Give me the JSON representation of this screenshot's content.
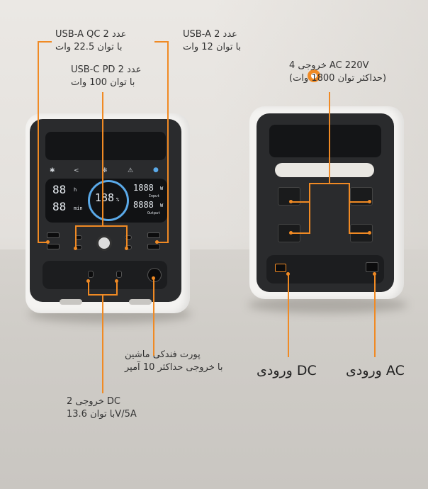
{
  "labels": {
    "usb_a_qc": {
      "line1": "USB-A QC 2 عدد",
      "line2": "با توان 22.5 وات"
    },
    "usb_a": {
      "line1": "USB-A 2 عدد",
      "line2": "با توان 12 وات"
    },
    "usb_c_pd": {
      "line1": "USB-C PD 2 عدد",
      "line2": "با توان 100 وات"
    },
    "ac_out": {
      "line1": "4 خروجی AC 220V",
      "line2": "(حداکثر توان 1800 وات)"
    },
    "car_port": {
      "line1": "پورت فندکی ماشین",
      "line2": "با خروجی حداکثر 10 آمپر"
    },
    "dc_out": {
      "line1": "2 خروجی DC",
      "line2": "با توان 13.6V/5A"
    },
    "dc_in": "ورودی DC",
    "ac_in": "ورودی AC"
  },
  "display": {
    "left_top": "88",
    "left_bottom": "88",
    "left_top_unit": "h",
    "left_bottom_unit": "min",
    "center": "188",
    "center_unit": "%",
    "right_top": "1888",
    "right_bottom": "8888",
    "right_top_unit": "W",
    "right_bottom_unit": "W",
    "input_label": "Input",
    "output_label": "Output"
  },
  "colors": {
    "accent": "#f08a24",
    "panel": "#2a2b2d",
    "body": "#f4f3f1",
    "ring": "#5aa9e8"
  },
  "icons": [
    "bluetooth-icon",
    "share-icon",
    "fan-icon",
    "warning-icon",
    "drop-icon",
    "brand-logo-icon"
  ]
}
